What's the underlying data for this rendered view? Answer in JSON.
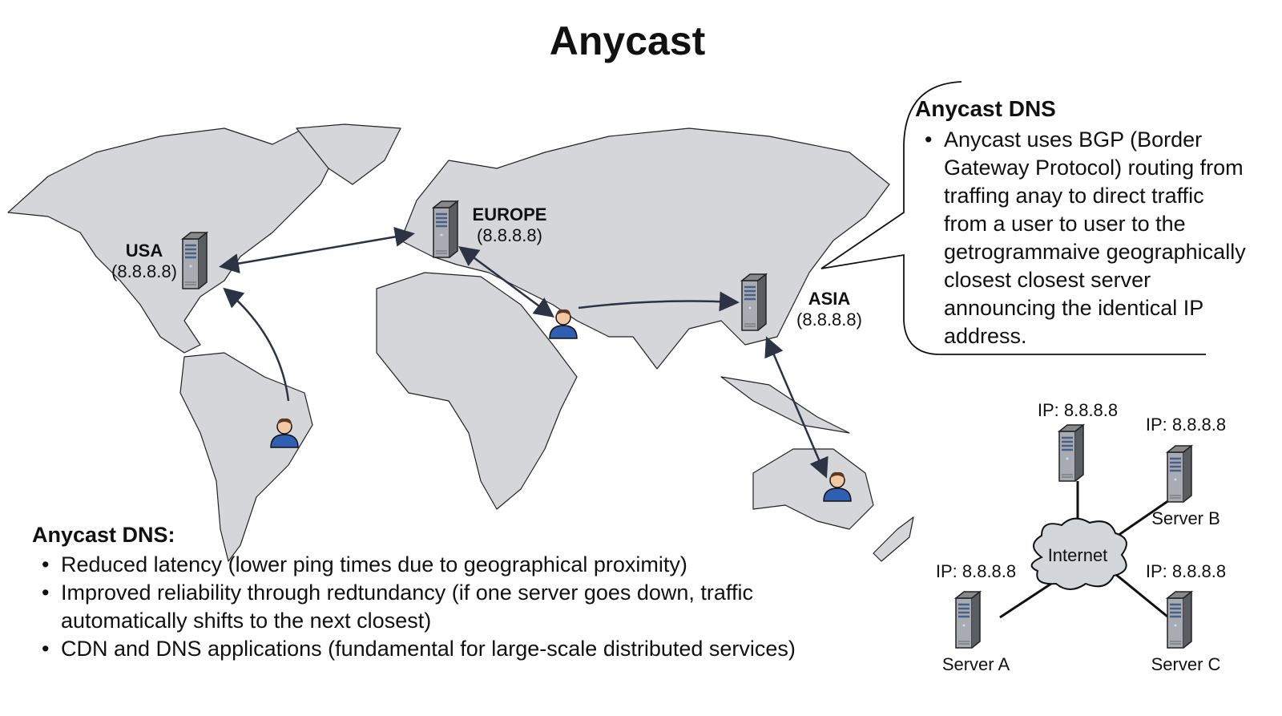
{
  "title": "Anycast",
  "locations": [
    {
      "name": "USA",
      "ip": "(8.8.8.8)"
    },
    {
      "name": "EUROPE",
      "ip": "(8.8.8.8)"
    },
    {
      "name": "ASIA",
      "ip": "(8.8.8.8)"
    }
  ],
  "callout": {
    "heading": "Anycast DNS",
    "bullet": "Anycast uses BGP (Border Gateway Protocol) routing from traffing anay to direct traffic from a user to user to the getrogrammaive geographically closest closest server announcing the identical IP address."
  },
  "benefits": {
    "heading": "Anycast DNS:",
    "items": [
      "Reduced latency (lower ping times due to geographical proximity)",
      "Improved reliability through redtundancy (if one server goes down, traffic automatically shifts to the next closest)",
      "CDN and DNS applications (fundamental for large-scale distributed services)"
    ]
  },
  "network": {
    "cloud": "Internet",
    "top_ip": "IP: 8.8.8.8",
    "server_b": {
      "ip": "IP: 8.8.8.8",
      "name": "Server B"
    },
    "server_a": {
      "ip": "IP: 8.8.8.8",
      "name": "Server A"
    },
    "server_c": {
      "ip": "IP: 8.8.8.8",
      "name": "Server C"
    }
  },
  "colors": {
    "land": "#d4d6da",
    "arrow": "#2b3344",
    "user": "#2f5fb3"
  }
}
